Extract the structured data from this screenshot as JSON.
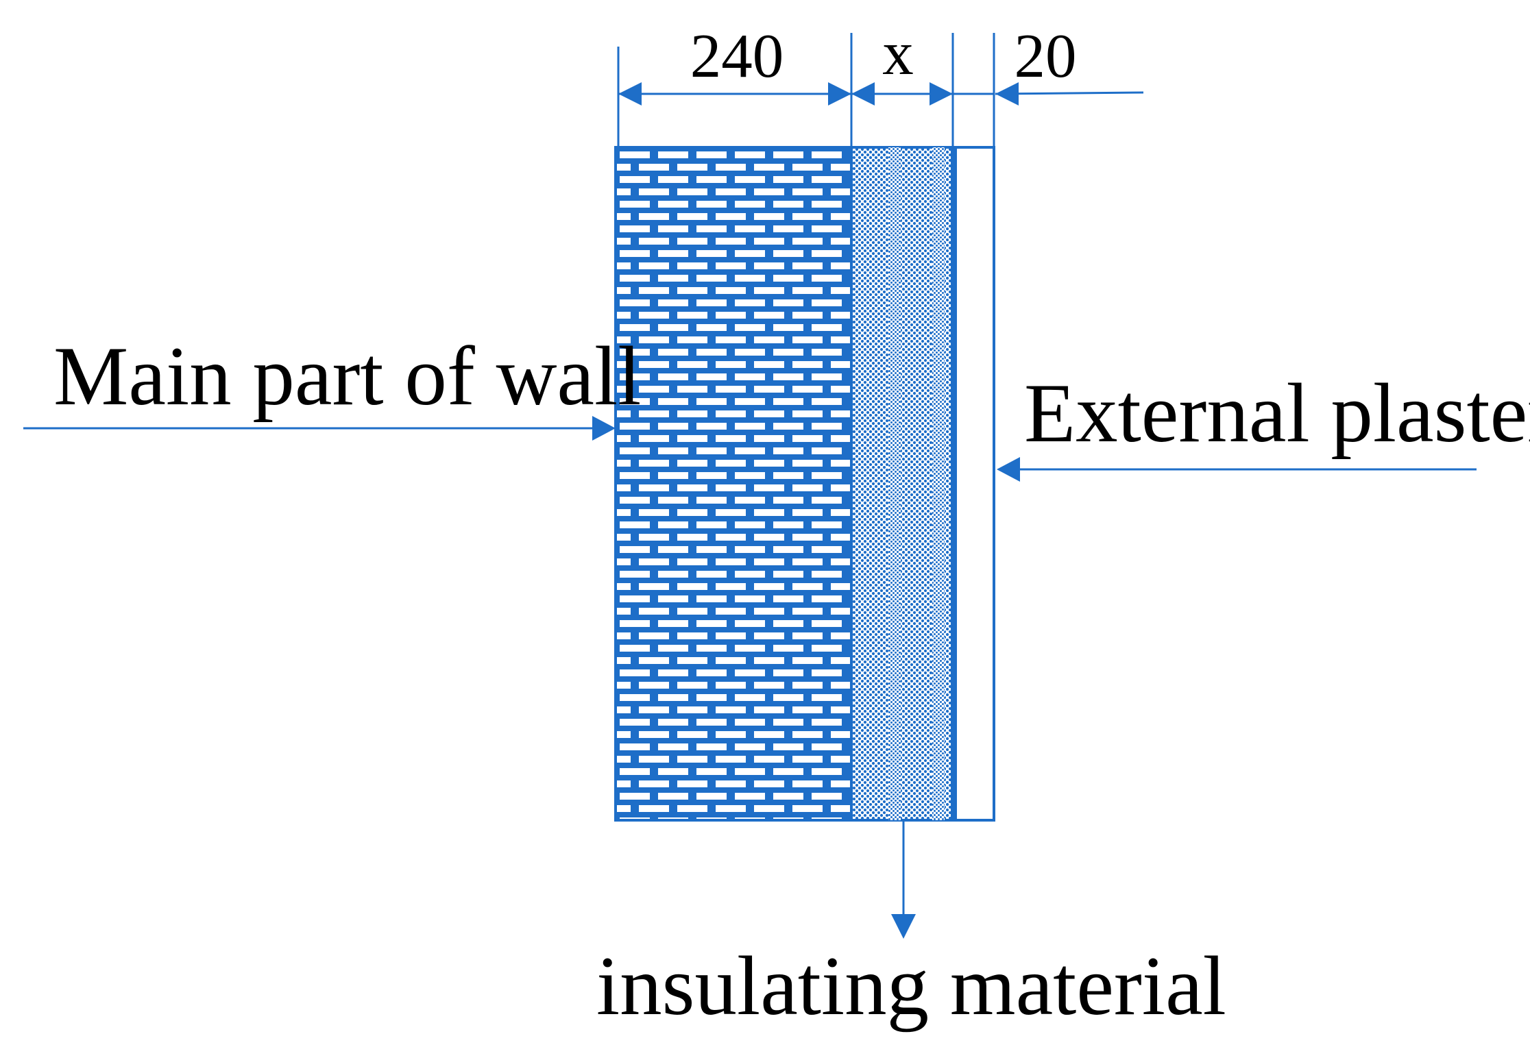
{
  "dimensions": {
    "wall": "240",
    "insulation": "x",
    "plaster": "20"
  },
  "labels": {
    "main_wall": "Main part of wall",
    "external_plaster": "External plaster",
    "insulating_material": "insulating material"
  },
  "colors": {
    "line": "#1e6ec8",
    "brick": "#1e6ec8",
    "insulation_dots": "#1e6ec8",
    "text": "#000000",
    "background": "#ffffff"
  }
}
